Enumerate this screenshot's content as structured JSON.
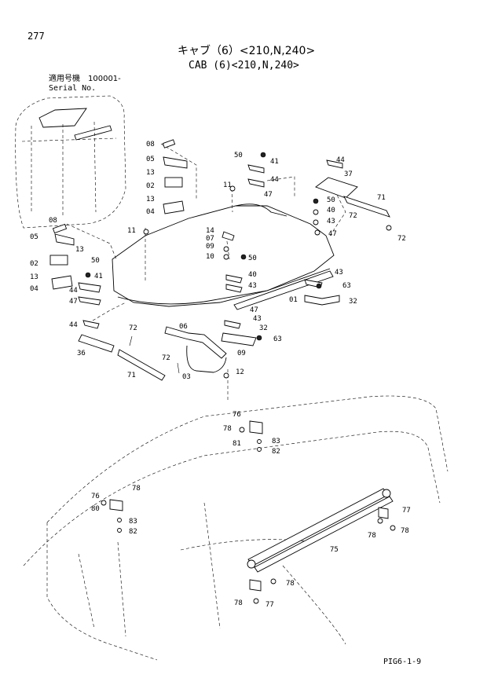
{
  "header": {
    "page_number": "277",
    "title_jp": "キャブ（6）<210,N,240>",
    "title_en": "CAB (6)<210,N,240>",
    "serial_jp": "適用号機　100001-",
    "serial_en": "Serial No."
  },
  "footer": {
    "figure_code": "PIG6-1-9"
  },
  "callouts": {
    "c08a": "08",
    "c05a": "05",
    "c13a": "13",
    "c02a": "02",
    "c13b": "13",
    "c04a": "04",
    "c50a": "50",
    "c41a": "41",
    "c44a": "44",
    "c47a": "47",
    "c11a": "11",
    "c44b": "44",
    "c37": "37",
    "c71a": "71",
    "c50b": "50",
    "c40a": "40",
    "c43a": "43",
    "c47b": "47",
    "c72a": "72",
    "c72b": "72",
    "c08b": "08",
    "c05b": "05",
    "c13c": "13",
    "c02b": "02",
    "c13d": "13",
    "c04b": "04",
    "c50c": "50",
    "c41b": "41",
    "c44c": "44",
    "c47c": "47",
    "c11b": "11",
    "c14": "14",
    "c07": "07",
    "c09a": "09",
    "c10": "10",
    "c50d": "50",
    "c40b": "40",
    "c43b": "43",
    "c01": "01",
    "c43c": "43",
    "c63a": "63",
    "c32a": "32",
    "c47d": "47",
    "c43d": "43",
    "c32b": "32",
    "c63b": "63",
    "c44d": "44",
    "c72c": "72",
    "c36": "36",
    "c71b": "71",
    "c72d": "72",
    "c06": "06",
    "c09b": "09",
    "c03": "03",
    "c12": "12",
    "c76a": "76",
    "c78a": "78",
    "c81": "81",
    "c83a": "83",
    "c82a": "82",
    "c76b": "76",
    "c78b": "78",
    "c80": "80",
    "c83b": "83",
    "c82b": "82",
    "c77a": "77",
    "c78c": "78",
    "c78d": "78",
    "c75": "75",
    "c78e": "78",
    "c78f": "78",
    "c77b": "77"
  }
}
